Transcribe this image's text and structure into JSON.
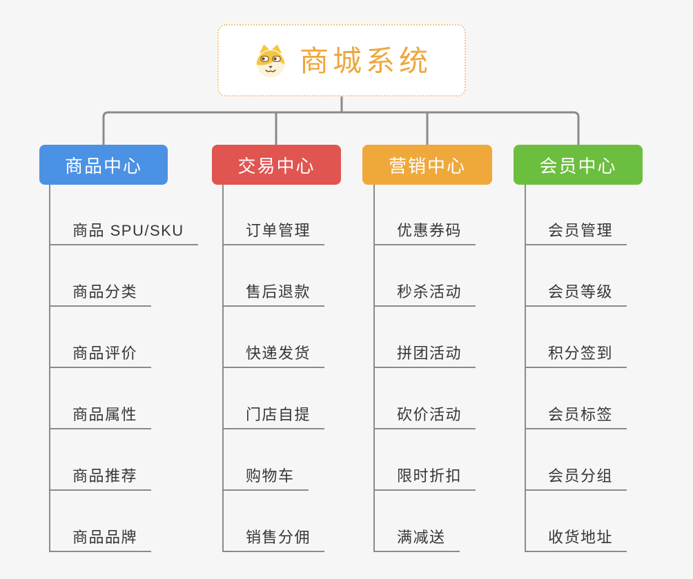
{
  "canvas": {
    "background_color": "#f6f6f6",
    "connector_color": "#8a8a8a",
    "child_text_color": "#363636",
    "underline_color": "#8a8a8a"
  },
  "root": {
    "title": "商城系统",
    "icon": "dog-face",
    "text_color": "#efa73d",
    "border_color": "#f0c585",
    "background_color": "#ffffff"
  },
  "branches": [
    {
      "label": "商品中心",
      "color": "#4b92e5",
      "items": [
        "商品 SPU/SKU",
        "商品分类",
        "商品评价",
        "商品属性",
        "商品推荐",
        "商品品牌"
      ]
    },
    {
      "label": "交易中心",
      "color": "#e15551",
      "items": [
        "订单管理",
        "售后退款",
        "快递发货",
        "门店自提",
        "购物车",
        "销售分佣"
      ]
    },
    {
      "label": "营销中心",
      "color": "#efa93b",
      "items": [
        "优惠券码",
        "秒杀活动",
        "拼团活动",
        "砍价活动",
        "限时折扣",
        "满减送"
      ]
    },
    {
      "label": "会员中心",
      "color": "#6cbe3f",
      "items": [
        "会员管理",
        "会员等级",
        "积分签到",
        "会员标签",
        "会员分组",
        "收货地址"
      ]
    }
  ]
}
